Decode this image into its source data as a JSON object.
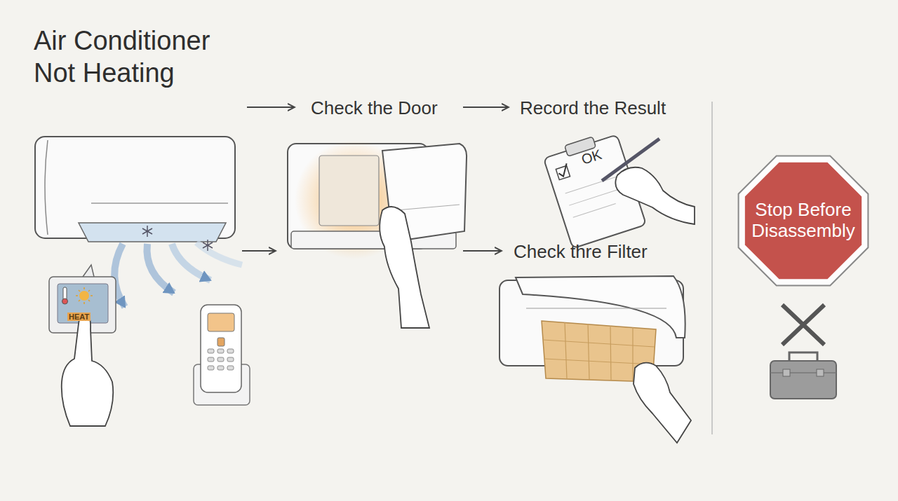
{
  "diagram": {
    "title": "Air Conditioner Not Heating",
    "nodes": [
      {
        "text": [
          "Check the Door"
        ]
      },
      {
        "text": [
          "Record the Result"
        ]
      },
      {
        "text": [
          "Check thre Filter"
        ]
      },
      {
        "text": [
          "Stop Before Disassembly"
        ]
      }
    ],
    "edges": [
      {
        "from": 0,
        "to": 1,
        "arrow": "to"
      },
      {
        "from": 0,
        "to": 2,
        "arrow": "to"
      }
    ],
    "labels": [
      "HEAT",
      "OK"
    ]
  }
}
